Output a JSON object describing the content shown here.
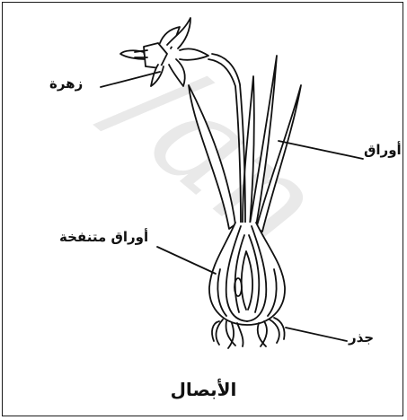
{
  "title": "الأبصال",
  "labels": {
    "flower": "زهرة",
    "leaves": "أوراق",
    "swollen_leaves": "أوراق متنفخة",
    "root": "جذر"
  },
  "watermark": "/an",
  "colors": {
    "ink": "#111111",
    "watermark": "#e9e9e9"
  }
}
